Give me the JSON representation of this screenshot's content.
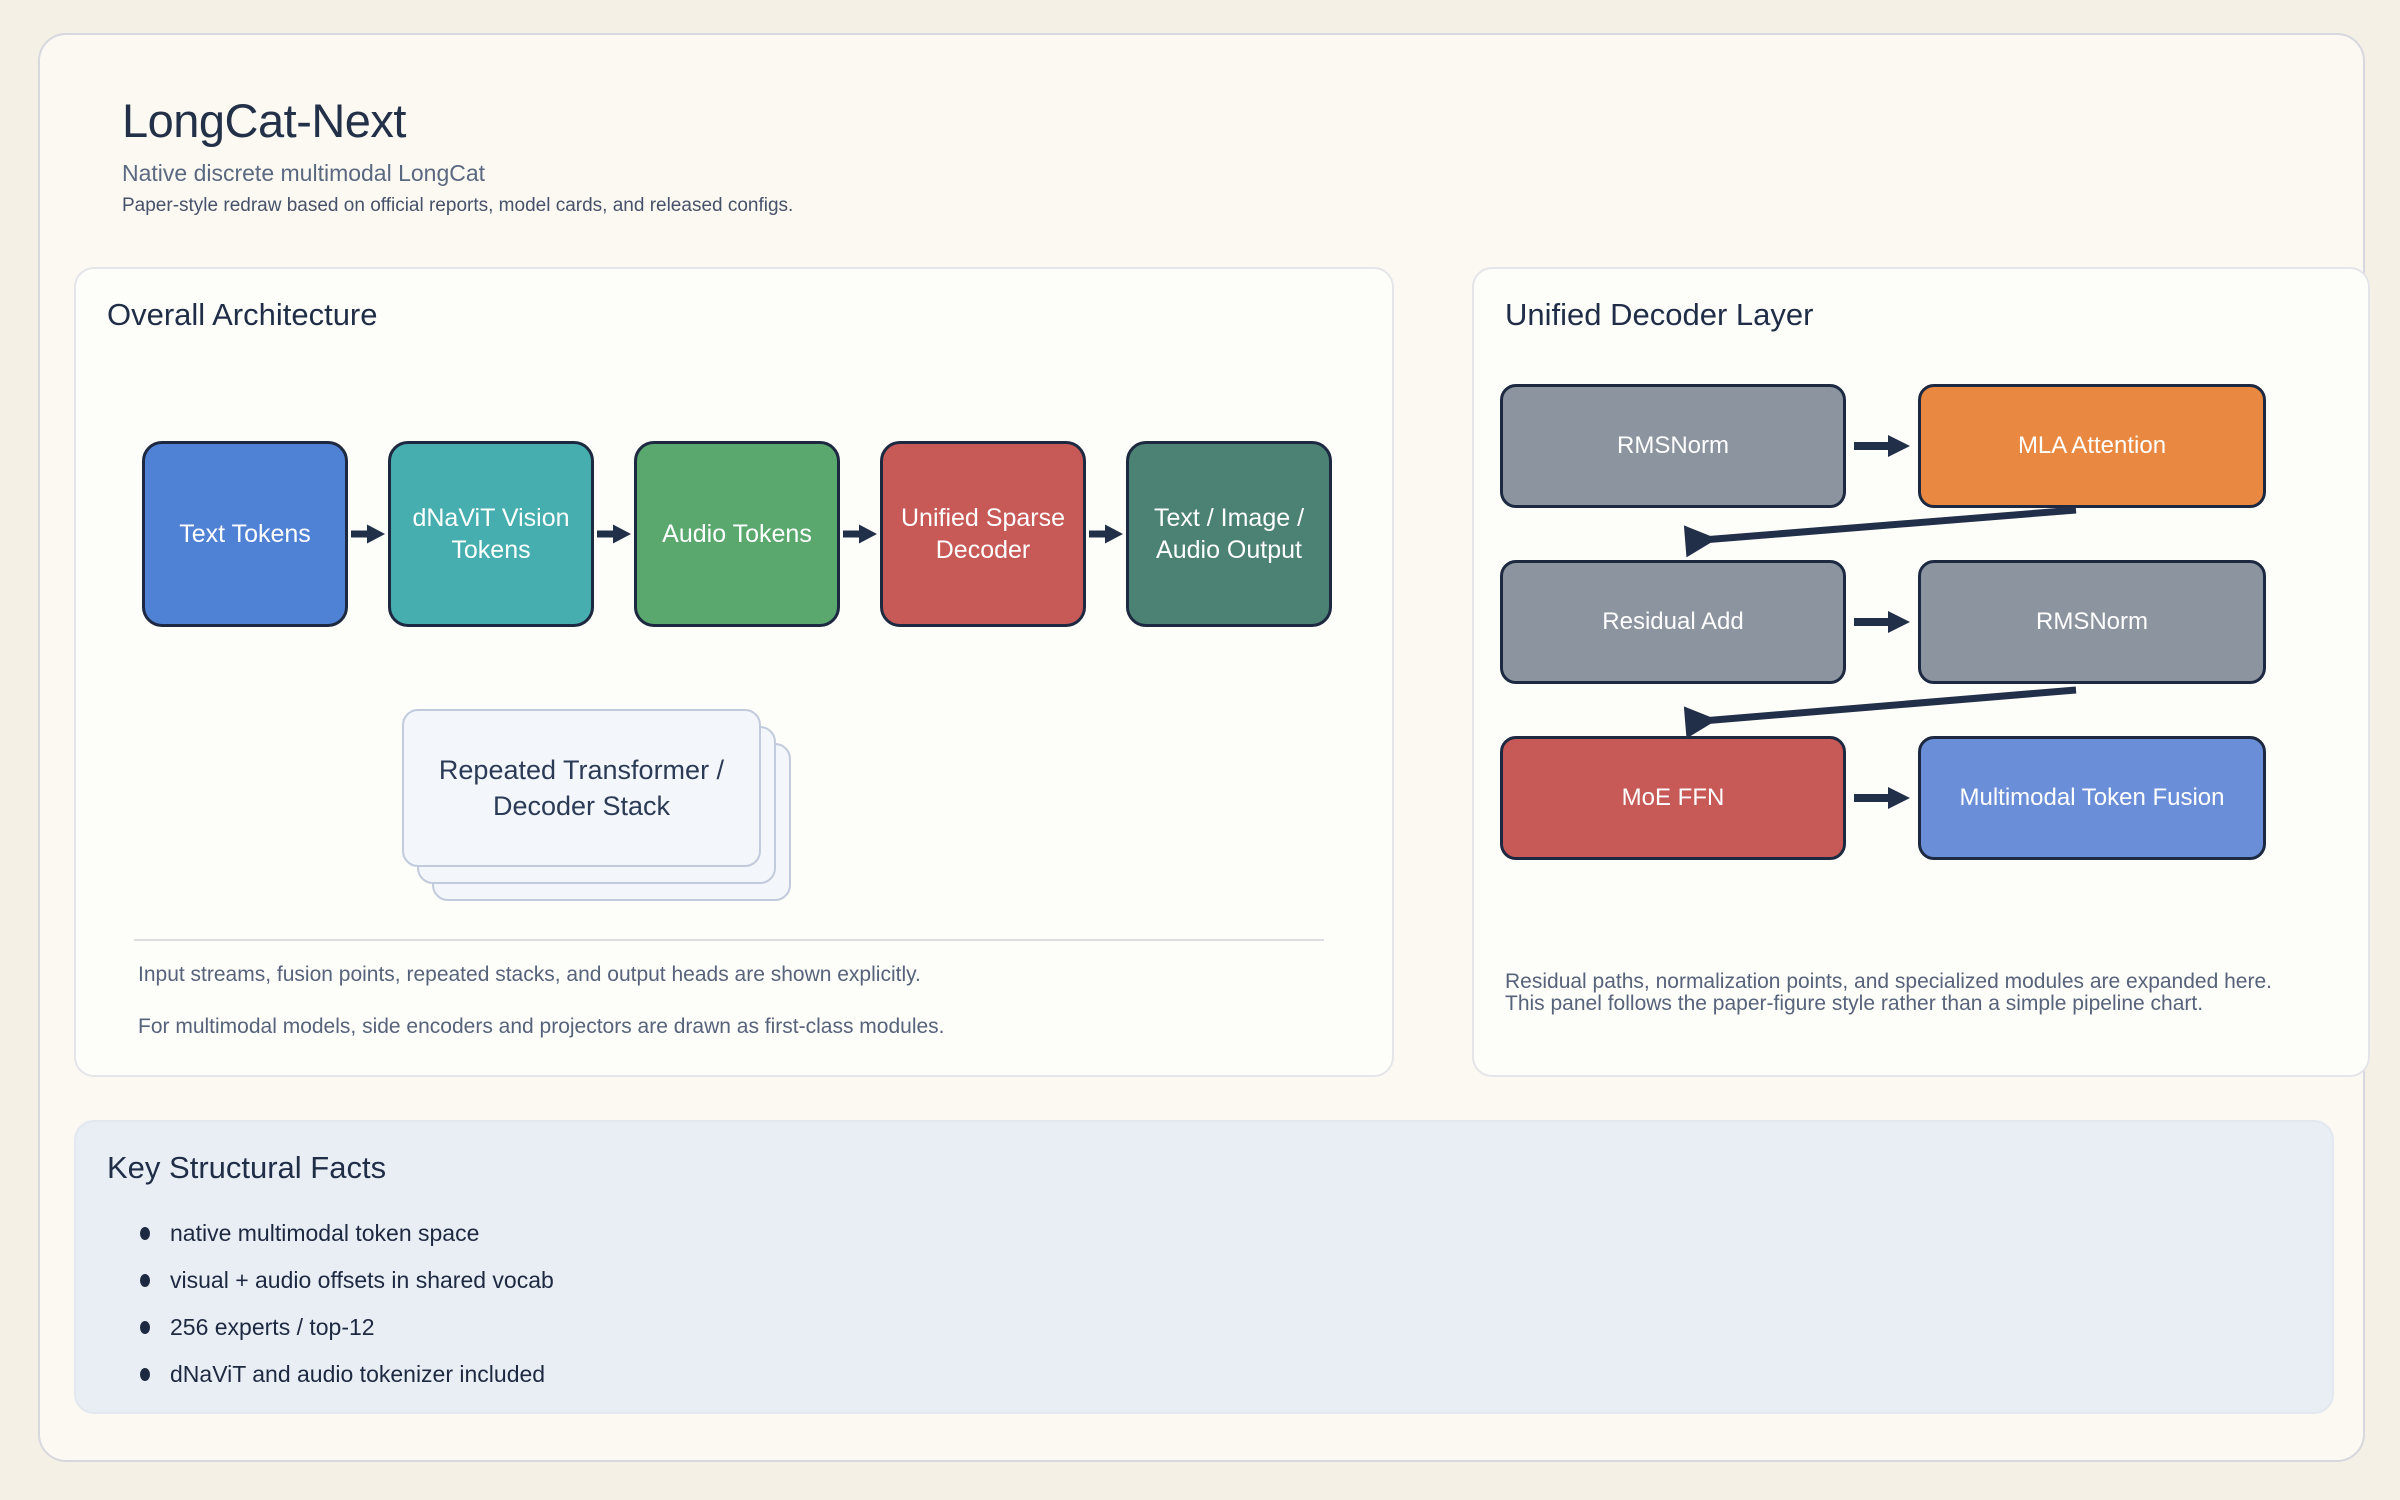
{
  "page": {
    "title": "LongCat-Next",
    "subtitle": "Native discrete multimodal LongCat",
    "tagline": "Paper-style redraw based on official reports, model cards, and released configs."
  },
  "overall_architecture": {
    "title": "Overall Architecture",
    "pipeline": [
      {
        "label": "Text Tokens",
        "color": "#4f81d4"
      },
      {
        "label": "dNaViT Vision Tokens",
        "color": "#47aeb0"
      },
      {
        "label": "Audio Tokens",
        "color": "#5aa86e"
      },
      {
        "label": "Unified Sparse Decoder",
        "color": "#c75a57"
      },
      {
        "label": "Text / Image / Audio Output",
        "color": "#4c8273"
      }
    ],
    "stack_label": "Repeated Transformer / Decoder Stack",
    "notes": [
      "Input streams, fusion points, repeated stacks, and output heads are shown explicitly.",
      "For multimodal models, side encoders and projectors are drawn as first-class modules."
    ]
  },
  "unified_decoder_layer": {
    "title": "Unified Decoder Layer",
    "grid": [
      [
        {
          "label": "RMSNorm",
          "color": "#8b949f"
        },
        {
          "label": "MLA Attention",
          "color": "#e98840"
        }
      ],
      [
        {
          "label": "Residual Add",
          "color": "#8b949f"
        },
        {
          "label": "RMSNorm",
          "color": "#8b949f"
        }
      ],
      [
        {
          "label": "MoE FFN",
          "color": "#c75a57"
        },
        {
          "label": "Multimodal Token Fusion",
          "color": "#6b8ed8"
        }
      ]
    ],
    "notes": [
      "Residual paths, normalization points, and specialized modules are expanded here.",
      "This panel follows the paper-figure style rather than a simple pipeline chart."
    ]
  },
  "key_structural_facts": {
    "title": "Key Structural Facts",
    "bullets": [
      "native multimodal token space",
      "visual + audio offsets in shared vocab",
      "256 experts / top-12",
      "dNaViT and audio tokenizer included"
    ]
  },
  "colors": {
    "page_background": "#f4f0e5",
    "card_background": "#fcf9f2",
    "panel_background": "#fdfdfa",
    "facts_background": "#e9edf4",
    "outline_navy": "#1d2940",
    "arrow_navy": "#222f49",
    "box_text": "#ffffff",
    "note_text": "#57637a"
  }
}
